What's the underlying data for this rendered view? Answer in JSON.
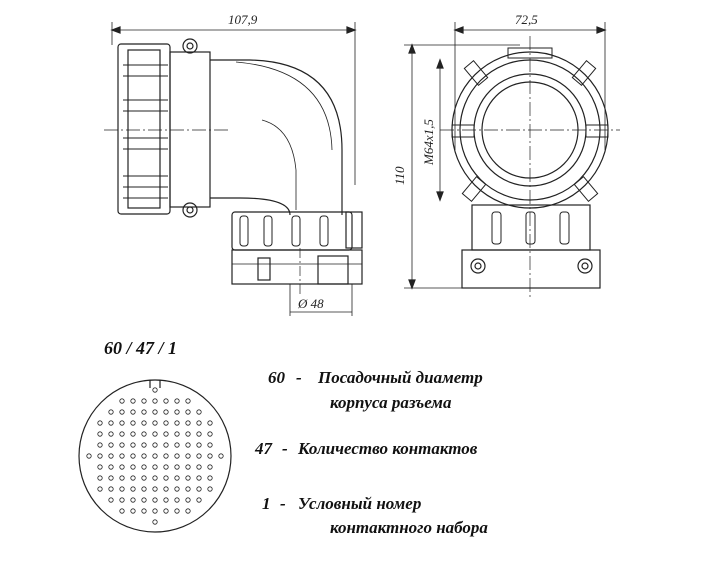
{
  "dimensions": {
    "width_total": "107,9",
    "width_front": "72,5",
    "height_total": "110",
    "thread": "M64x1,5",
    "diameter": "Ø 48"
  },
  "code": "60 / 47 / 1",
  "legend": [
    {
      "num": "60",
      "line1": "Посадочный диаметр",
      "line2": "корпуса разъема"
    },
    {
      "num": "47",
      "line1": "Количество контактов",
      "line2": ""
    },
    {
      "num": "1",
      "line1": "Условный номер",
      "line2": "контактного набора"
    }
  ]
}
